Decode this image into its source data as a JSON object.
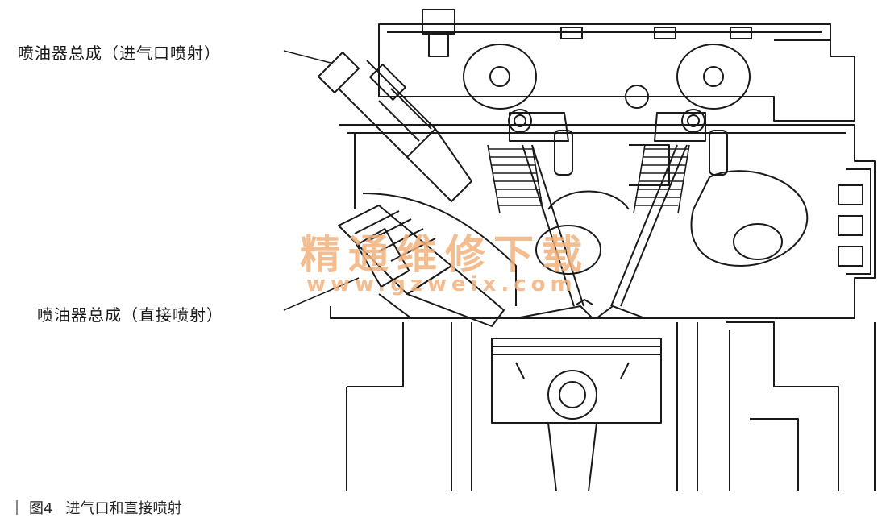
{
  "labels": {
    "port_injector": "喷油器总成（进气口喷射）",
    "direct_injector": "喷油器总成（直接喷射）"
  },
  "caption": {
    "figure_number": "图4",
    "text": "进气口和直接喷射"
  },
  "watermark": {
    "text_cn": "精通维修下载",
    "url": "www.gzweix.com",
    "color": "#f2b27d"
  },
  "colors": {
    "line": "#1a1a1a",
    "background": "#ffffff"
  }
}
